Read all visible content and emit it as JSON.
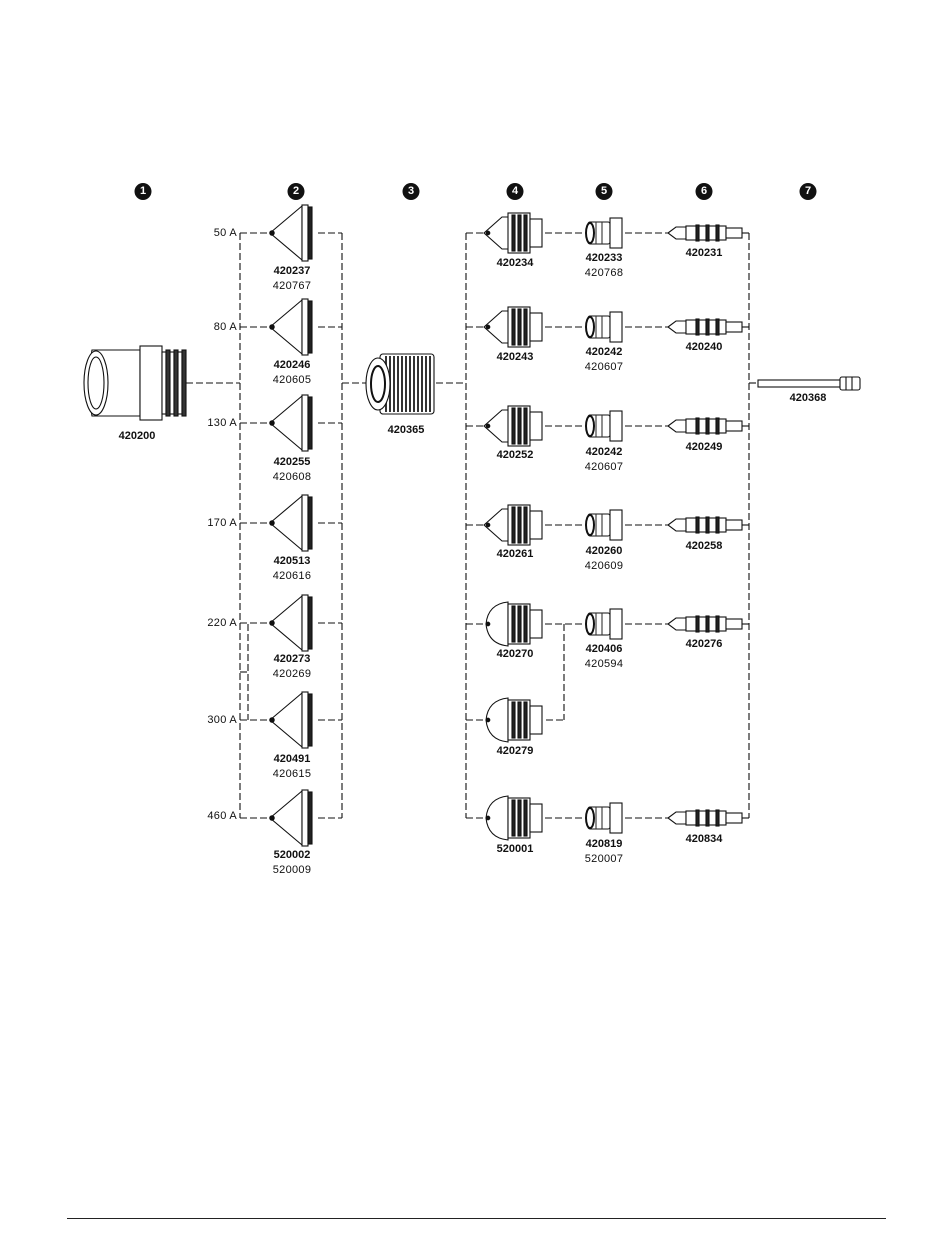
{
  "columns": [
    "1",
    "2",
    "3",
    "4",
    "5",
    "6",
    "7"
  ],
  "currents": [
    "50 A",
    "80 A",
    "130 A",
    "170 A",
    "220 A",
    "300 A",
    "460 A"
  ],
  "retaining_cap": "420200",
  "shields": [
    {
      "pn": "420237",
      "alt": "420767"
    },
    {
      "pn": "420246",
      "alt": "420605"
    },
    {
      "pn": "420255",
      "alt": "420608"
    },
    {
      "pn": "420513",
      "alt": "420616"
    },
    {
      "pn": "420273",
      "alt": "420269"
    },
    {
      "pn": "420491",
      "alt": "420615"
    },
    {
      "pn": "520002",
      "alt": "520009"
    }
  ],
  "inner_cap": "420365",
  "nozzles": [
    "420234",
    "420243",
    "420252",
    "420261",
    "420270",
    "420279",
    "520001"
  ],
  "swirl_rings": [
    {
      "pn": "420233",
      "alt": "420768"
    },
    {
      "pn": "420242",
      "alt": "420607"
    },
    {
      "pn": "420242",
      "alt": "420607"
    },
    {
      "pn": "420260",
      "alt": "420609"
    },
    {
      "pn": "420406",
      "alt": "420594"
    },
    {
      "pn": "420819",
      "alt": "520007"
    }
  ],
  "electrodes": [
    "420231",
    "420240",
    "420249",
    "420258",
    "420276",
    "420834"
  ],
  "water_tube": "420368"
}
